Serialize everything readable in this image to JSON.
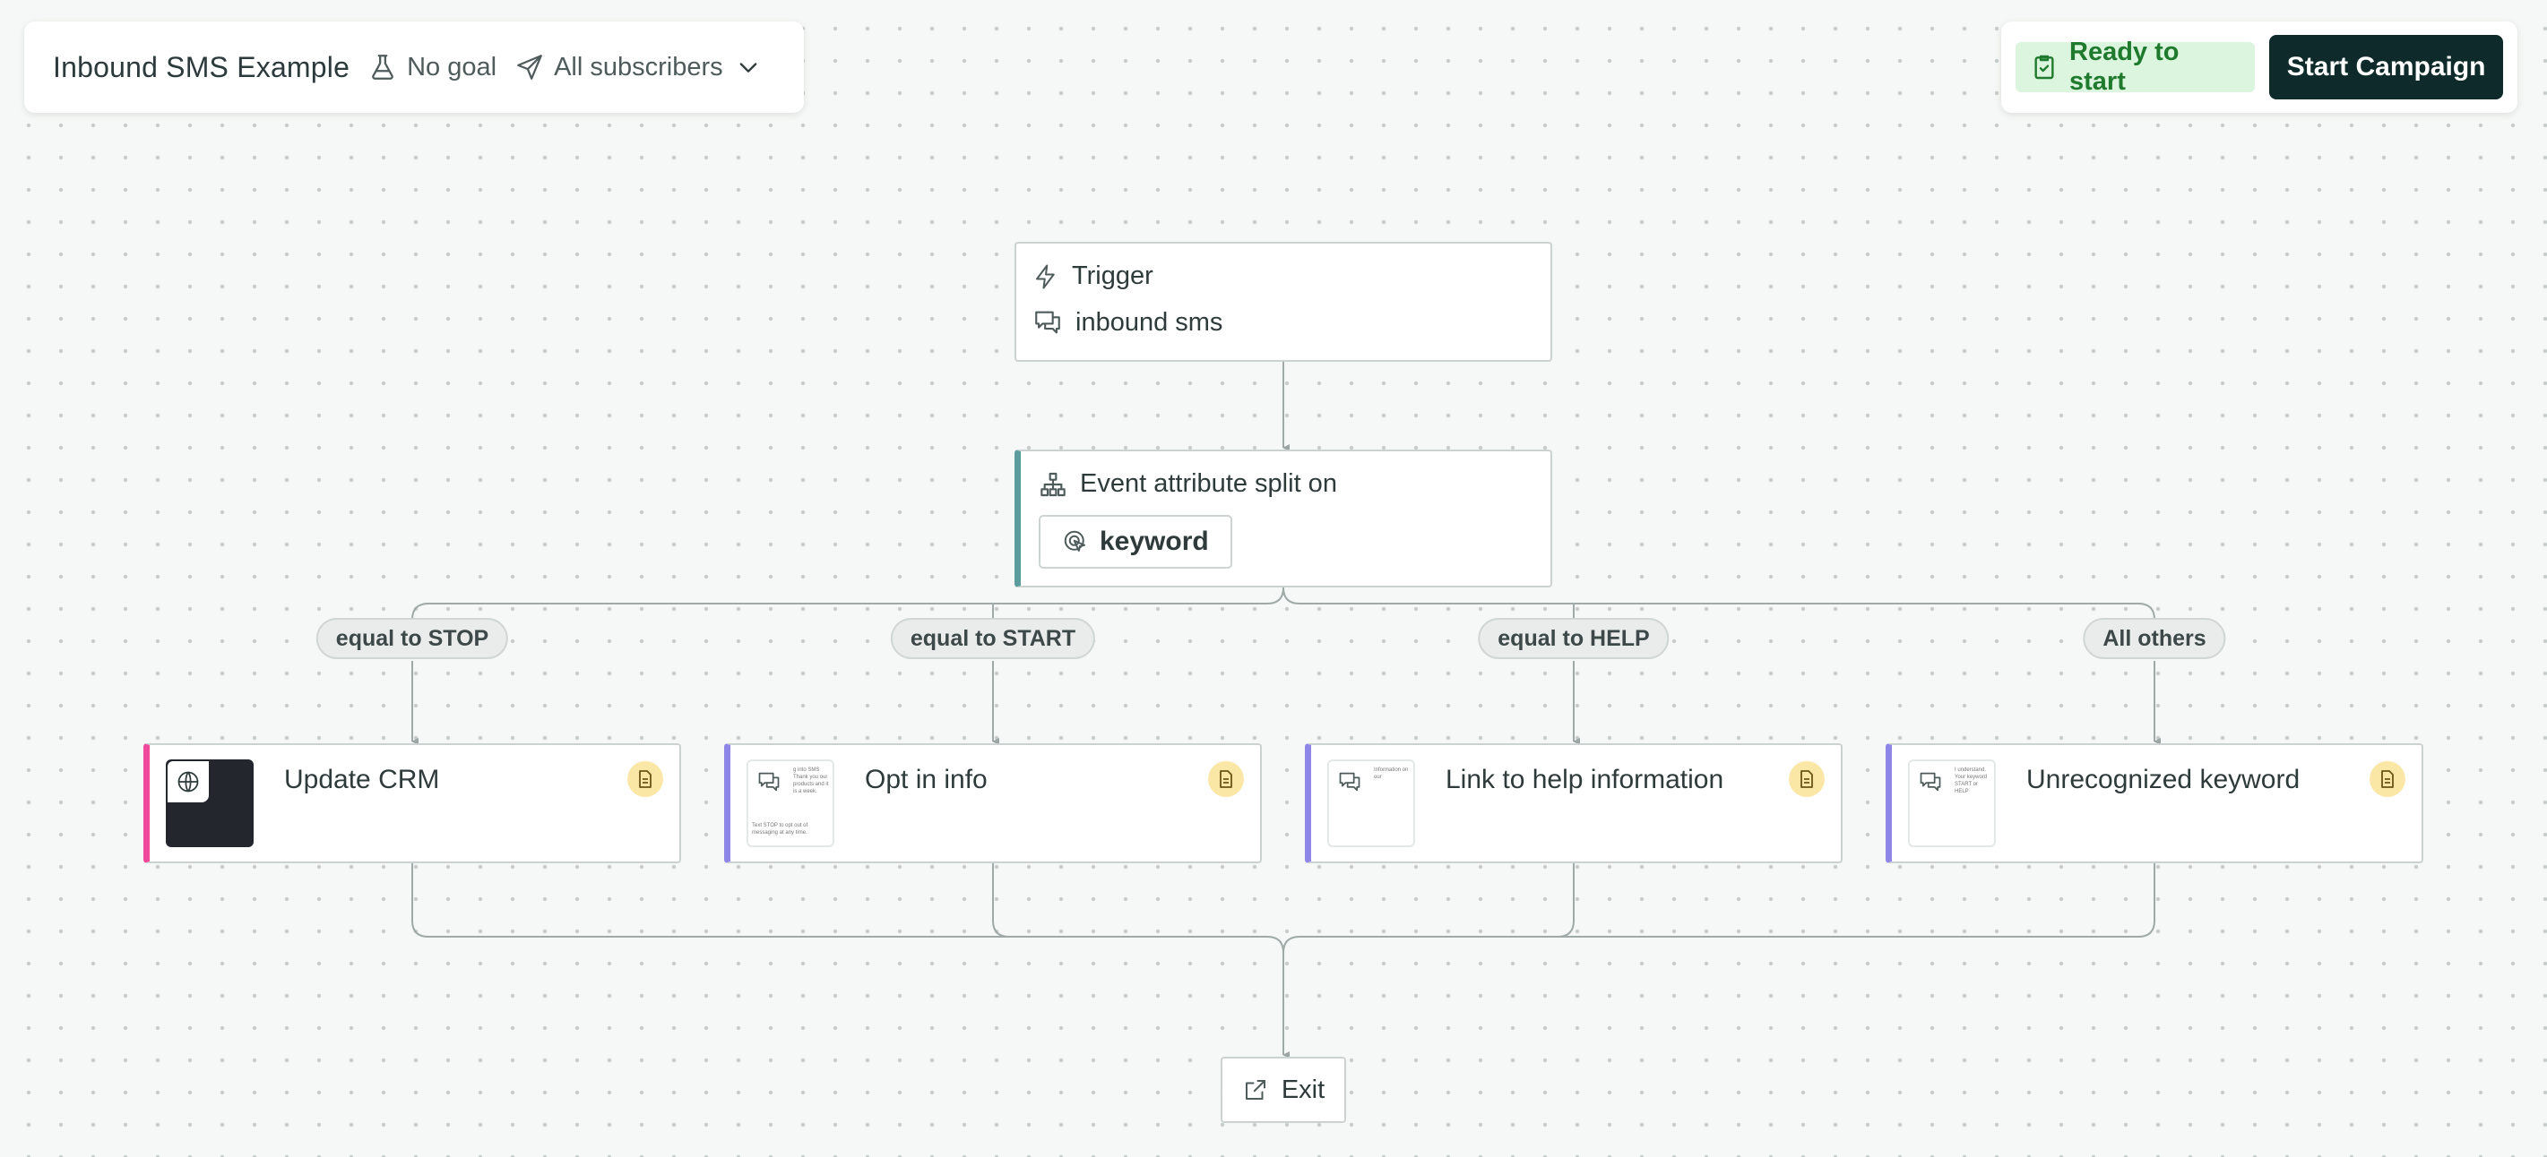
{
  "header": {
    "title": "Inbound SMS Example",
    "goal_label": "No goal",
    "audience_label": "All subscribers"
  },
  "actions_bar": {
    "status_label": "Ready to start",
    "start_label": "Start Campaign",
    "status_color": "#1f7a2e",
    "button_color": "#0e2a2b"
  },
  "trigger": {
    "title": "Trigger",
    "event": "inbound sms"
  },
  "split": {
    "title": "Event attribute split on",
    "attribute": "keyword",
    "accent_color": "#5b9d9c"
  },
  "branches": [
    {
      "condition": "equal to STOP",
      "action": "Update CRM",
      "icon": "globe-icon",
      "accent": "#f0489c",
      "preview_top": "",
      "preview_bottom": ""
    },
    {
      "condition": "equal to START",
      "action": "Opt in info",
      "icon": "message-icon",
      "accent": "#8f86e8",
      "preview_top": "g into SMS Thank you our products and it is a week.",
      "preview_bottom": "Text STOP to opt out of messaging at any time."
    },
    {
      "condition": "equal to HELP",
      "action": "Link to help information",
      "icon": "message-icon",
      "accent": "#8f86e8",
      "preview_top": "Information on our",
      "preview_bottom": ""
    },
    {
      "condition": "All others",
      "action": "Unrecognized keyword",
      "icon": "message-icon",
      "accent": "#8f86e8",
      "preview_top": "I understand. Your keyword START or HELP",
      "preview_bottom": ""
    }
  ],
  "exit": {
    "label": "Exit"
  }
}
